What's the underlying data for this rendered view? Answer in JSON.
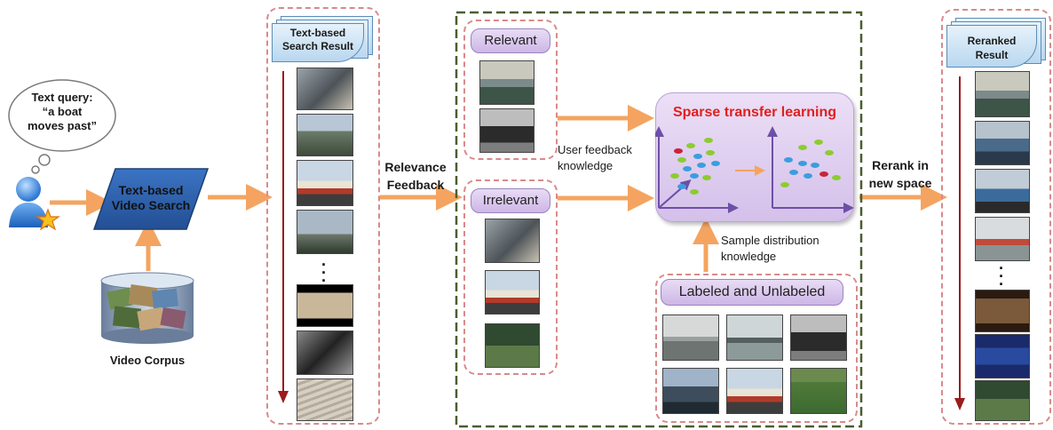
{
  "query": {
    "line1": "Text query:",
    "line2": "“a boat",
    "line3": "moves past”"
  },
  "search_box": {
    "line1": "Text-based",
    "line2": "Video Search"
  },
  "corpus_label": "Video Corpus",
  "text_result": {
    "line1": "Text-based",
    "line2": "Search Result"
  },
  "relevance_feedback": {
    "line1": "Relevance",
    "line2": "Feedback"
  },
  "relevant_label": "Relevant",
  "irrelevant_label": "Irrelevant",
  "user_feedback": {
    "line1": "User feedback",
    "line2": "knowledge"
  },
  "sparse_title": "Sparse transfer learning",
  "sample_distribution": {
    "line1": "Sample distribution",
    "line2": "knowledge"
  },
  "labeled_label": "Labeled and Unlabeled",
  "rerank": {
    "line1": "Rerank in",
    "line2": "new space"
  },
  "reranked": {
    "line1": "Reranked",
    "line2": "Result"
  },
  "colors": {
    "arrow": "#f4a460",
    "pink_dash": "#d98a8a",
    "green_dash": "#4a5e30",
    "sparse_title": "#e0201e",
    "tag_fill": "#d9c6ee",
    "doc_fill": "#c9e1f5",
    "down_arrow": "#9a1c1c"
  }
}
